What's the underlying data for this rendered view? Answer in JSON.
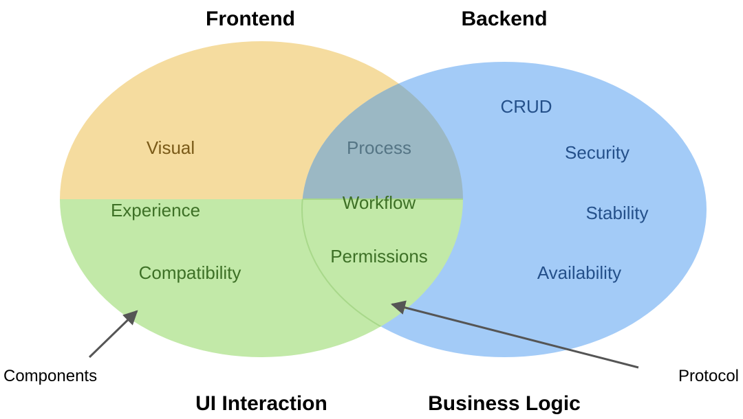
{
  "titles": {
    "frontend": "Frontend",
    "backend": "Backend",
    "ui_interaction": "UI Interaction",
    "business_logic": "Business Logic"
  },
  "terms": {
    "visual": "Visual",
    "experience": "Experience",
    "compatibility": "Compatibility",
    "process": "Process",
    "workflow": "Workflow",
    "permissions": "Permissions",
    "crud": "CRUD",
    "security": "Security",
    "stability": "Stability",
    "availability": "Availability"
  },
  "callouts": {
    "components": "Components",
    "protocol": "Protocol"
  },
  "colors": {
    "frontend_fill": "#f5dc9f",
    "backend_fill": "#a3cbf7",
    "overlap_fill": "#9bb8c4",
    "ui_fill": "#c2e9a8",
    "arrow": "#555555",
    "frontend_text": "#7a5a18",
    "backend_text": "#24508a",
    "overlap_text": "#557585",
    "green_text": "#3d7026"
  }
}
